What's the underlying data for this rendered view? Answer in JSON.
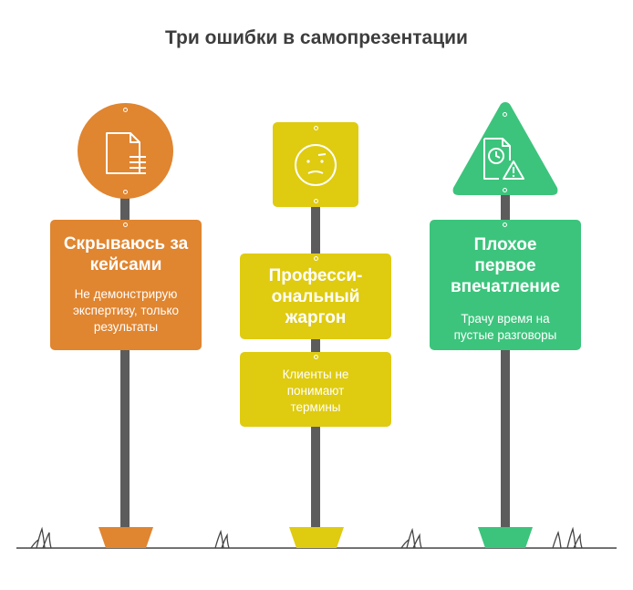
{
  "title": "Три ошибки в самопрезентации",
  "signs": [
    {
      "heading_lines": [
        "Скрываюсь за",
        "кейсами"
      ],
      "desc_lines": [
        "Не демонстрирую",
        "экспертизу, только",
        "результаты"
      ],
      "icon": "document-icon",
      "color": "#e08530"
    },
    {
      "heading_lines": [
        "Професси-",
        "ональный",
        "жаргон"
      ],
      "desc_lines": [
        "Клиенты не",
        "понимают",
        "термины"
      ],
      "icon": "confused-face-icon",
      "color": "#dfcb10"
    },
    {
      "heading_lines": [
        "Плохое",
        "первое",
        "впечатление"
      ],
      "desc_lines": [
        "Трачу время на",
        "пустые разговоры"
      ],
      "icon": "clock-warning-icon",
      "color": "#3cc47c"
    }
  ]
}
